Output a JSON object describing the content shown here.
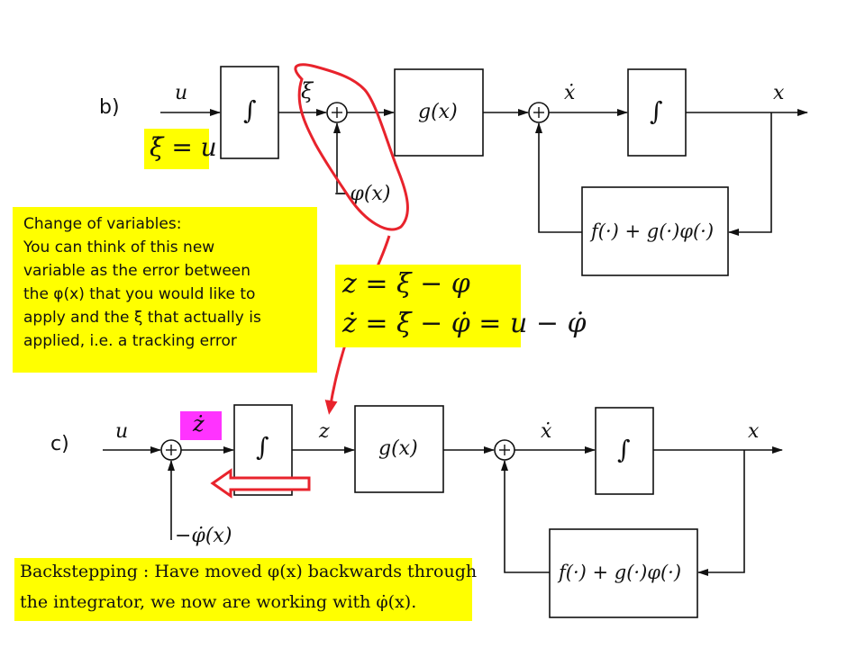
{
  "panel_b": {
    "label": "b)",
    "input_label": "u",
    "xi_label": "ξ",
    "phi_feedback_label": "−φ(x)",
    "integrator_symbol": "∫",
    "g_block": "g(x)",
    "xdot_label": "ẋ",
    "output_label": "x",
    "feedback_block": "f(·) + g(·)φ(·)",
    "xi_equation": "ξ̇ = u"
  },
  "change_note": {
    "lines": [
      "Change of variables:",
      "You can think of this new",
      "variable as the error between",
      "the φ(x) that you would like to",
      "apply and the ξ that actually is",
      "applied, i.e.  a tracking error"
    ]
  },
  "substitution": {
    "line1": "z = ξ − φ",
    "line2": "ż = ξ̇ − φ̇ = u − φ̇"
  },
  "panel_c": {
    "label": "c)",
    "input_label": "u",
    "zdot_label": "ż",
    "z_label": "z",
    "integrator_symbol": "∫",
    "g_block": "g(x)",
    "xdot_label": "ẋ",
    "output_label": "x",
    "phidot_feedback_label": "−φ̇(x)",
    "feedback_block": "f(·) + g(·)φ(·)"
  },
  "backstepping_note": {
    "line1": "Backstepping : Have moved φ(x) backwards through",
    "line2": "the integrator, we now are working with φ̇(x)."
  },
  "colors": {
    "highlight": "#ffff00",
    "magenta": "#ff33ff",
    "annotation_red": "#e8232c"
  }
}
